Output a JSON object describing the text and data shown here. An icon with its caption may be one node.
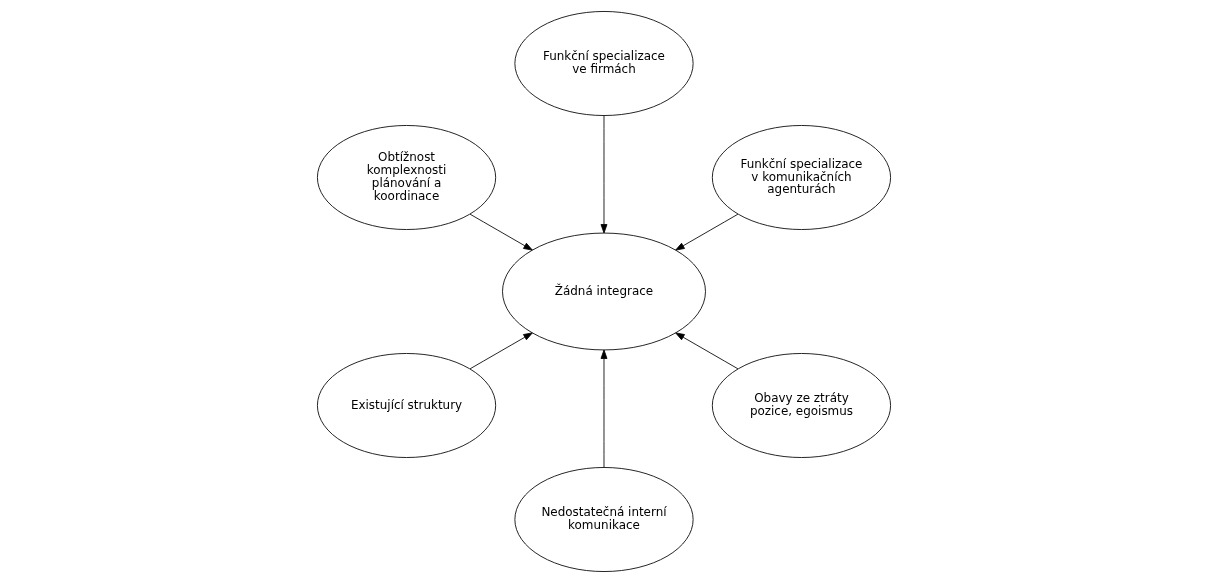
{
  "diagram": {
    "nodes": [
      {
        "text": [
          "Funkční specializace v komunikačních agenturách"
        ]
      },
      {
        "text": [
          "Funkční specializace ve firmách"
        ]
      },
      {
        "text": [
          "Obtížnost komplexnosti plánování a koordinace"
        ]
      },
      {
        "text": [
          "Žádná integrace"
        ]
      },
      {
        "text": [
          "Existující struktury"
        ]
      },
      {
        "text": [
          "Nedostatečná interní komunikace"
        ]
      },
      {
        "text": [
          "Obavy ze ztráty pozice, egoismus"
        ]
      }
    ],
    "edges": [
      {
        "from": 0,
        "to": 3,
        "arrow": "to"
      },
      {
        "from": 1,
        "to": 3,
        "arrow": "to"
      },
      {
        "from": 2,
        "to": 3,
        "arrow": "to"
      },
      {
        "from": 4,
        "to": 3,
        "arrow": "to"
      },
      {
        "from": 5,
        "to": 3,
        "arrow": "to"
      },
      {
        "from": 6,
        "to": 3,
        "arrow": "to"
      }
    ]
  }
}
